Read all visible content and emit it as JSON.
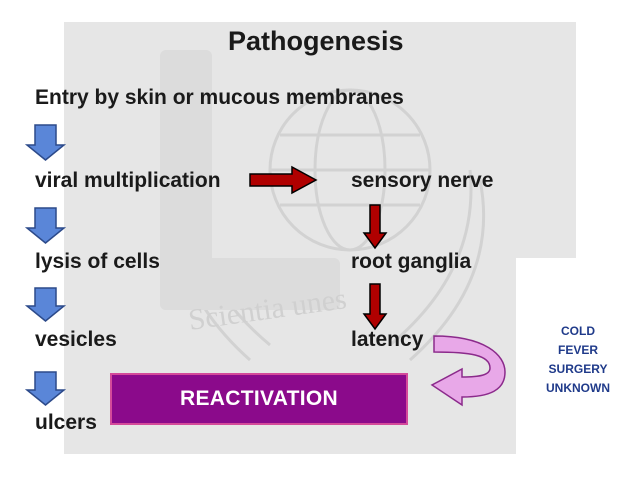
{
  "title": "Pathogenesis",
  "entry": "Entry by skin or mucous membranes",
  "left_steps": [
    "viral multiplication",
    "lysis of cells",
    "vesicles",
    "ulcers"
  ],
  "right_steps": [
    "sensory nerve",
    "root ganglia",
    "latency"
  ],
  "reactivation_label": "REACTIVATION",
  "triggers": [
    "COLD",
    "FEVER",
    "SURGERY",
    "UNKNOWN"
  ],
  "watermark_text": "Scientia unes",
  "colors": {
    "blue_arrow": "#5a86d8",
    "blue_arrow_edge": "#2c4a8a",
    "red_arrow": "#b00000",
    "reactivation_fill": "#8b0a8b",
    "reactivation_border": "#d44a9a",
    "curved_arrow": "#e8a8e8",
    "triggers_text": "#1f3a8a"
  }
}
